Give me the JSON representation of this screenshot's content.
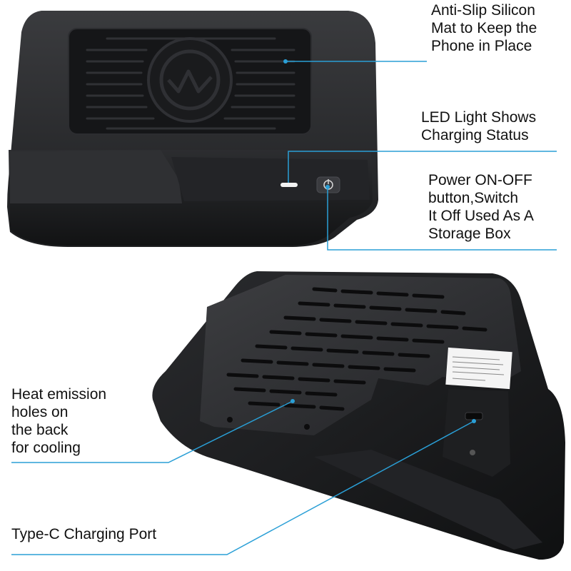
{
  "callouts": {
    "mat": [
      "Anti-Slip Silicon",
      "Mat to Keep the",
      "Phone in Place"
    ],
    "led": [
      "LED Light Shows",
      "Charging Status"
    ],
    "power": [
      "Power ON-OFF",
      "button,Switch",
      "It Off Used As A",
      "Storage Box"
    ],
    "heat": [
      "Heat emission",
      "holes on",
      "the back",
      "for cooling"
    ],
    "typec": [
      "Type-C Charging Port"
    ]
  },
  "colors": {
    "leader_line": "#2a9fd6",
    "product_body": "#1b1c1e",
    "mat": "#161719",
    "background": "#ffffff"
  }
}
